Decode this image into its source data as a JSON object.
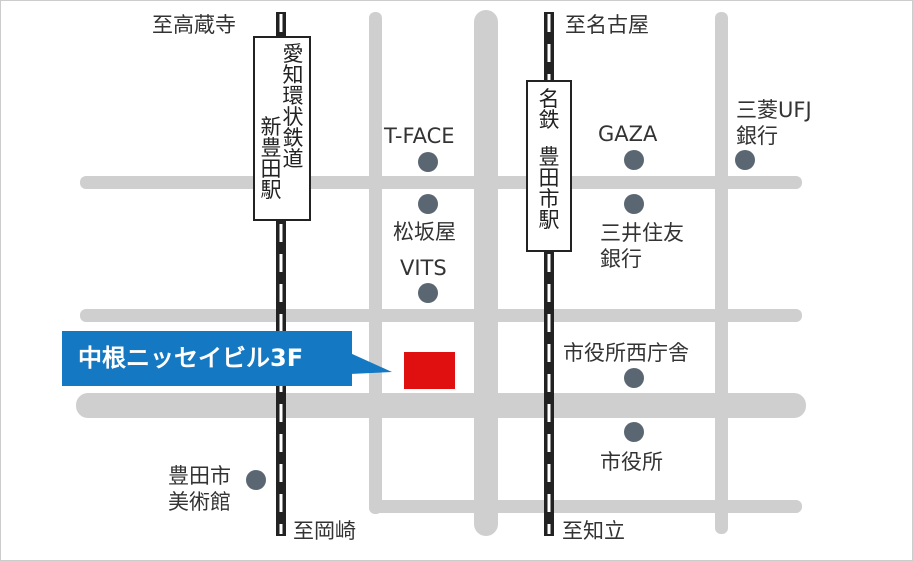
{
  "directions": {
    "takakuraji": "至高蔵寺",
    "nagoya": "至名古屋",
    "okazaki": "至岡崎",
    "chiryu": "至知立"
  },
  "stations": {
    "aikan_line": "愛知環状鉄道",
    "shin_toyota": "新豊田駅",
    "meitetsu": "名鉄",
    "toyotashi": "豊田市駅"
  },
  "landmarks": {
    "tface": "T-FACE",
    "gaza": "GAZA",
    "mufg": "三菱UFJ\n銀行",
    "matsuzakaya": "松坂屋",
    "mitsui": "三井住友\n銀行",
    "vits": "VITS",
    "shiyakusho_west": "市役所西庁舎",
    "shiyakusho": "市役所",
    "museum": "豊田市\n美術館"
  },
  "destination": {
    "label": "中根ニッセイビル3F"
  },
  "colors": {
    "road": "#cfcfcf",
    "marker": "#5a6772",
    "destination": "#e01010",
    "callout": "#1578c2",
    "rail": "#222222"
  }
}
